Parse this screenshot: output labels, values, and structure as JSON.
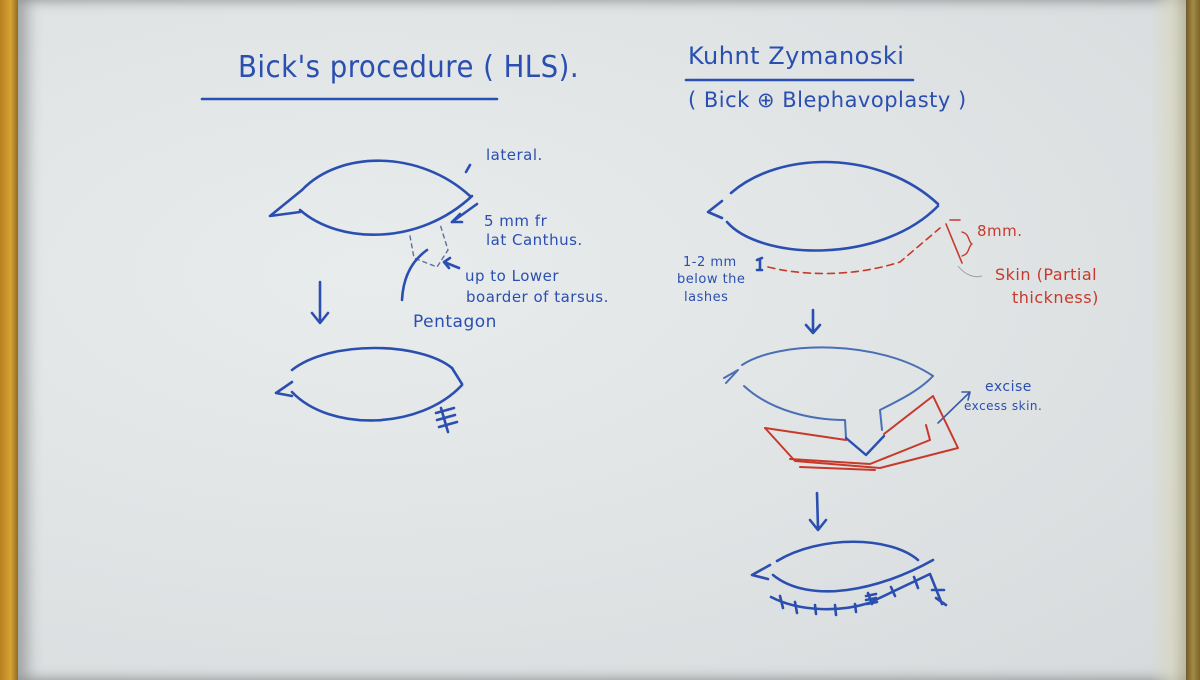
{
  "whiteboard": {
    "left_panel": {
      "title": "Bick's procedure ( HLS).",
      "labels": {
        "lateral": "lateral.",
        "distance_line1": "5 mm fr",
        "distance_line2": "lat Canthus.",
        "depth_line1": "up to Lower",
        "depth_line2": "boarder of tarsus.",
        "shape": "Pentagon"
      }
    },
    "right_panel": {
      "title": "Kuhnt Zymanoski",
      "subtitle": "( Bick ⊕ Blephavoplasty )",
      "labels": {
        "incision_line1": "1-2 mm",
        "incision_line2": "below the",
        "incision_line3": "lashes",
        "skin_height": "8mm.",
        "skin_line1": "Skin (Partial",
        "skin_line2": "thickness)",
        "excise_line1": "excise",
        "excise_line2": "excess skin."
      }
    },
    "colors": {
      "blue_marker": "#2a4fb0",
      "red_marker": "#c8392b",
      "board": "#e3e7e8",
      "frame": "#c9962a"
    }
  }
}
